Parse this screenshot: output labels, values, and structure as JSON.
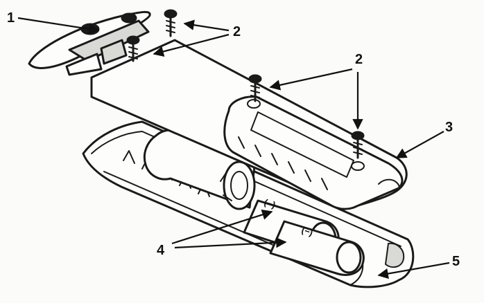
{
  "callouts": {
    "c1": "1",
    "c2a": "2",
    "c2b": "2",
    "c3": "3",
    "c4": "4",
    "c5": "5"
  }
}
